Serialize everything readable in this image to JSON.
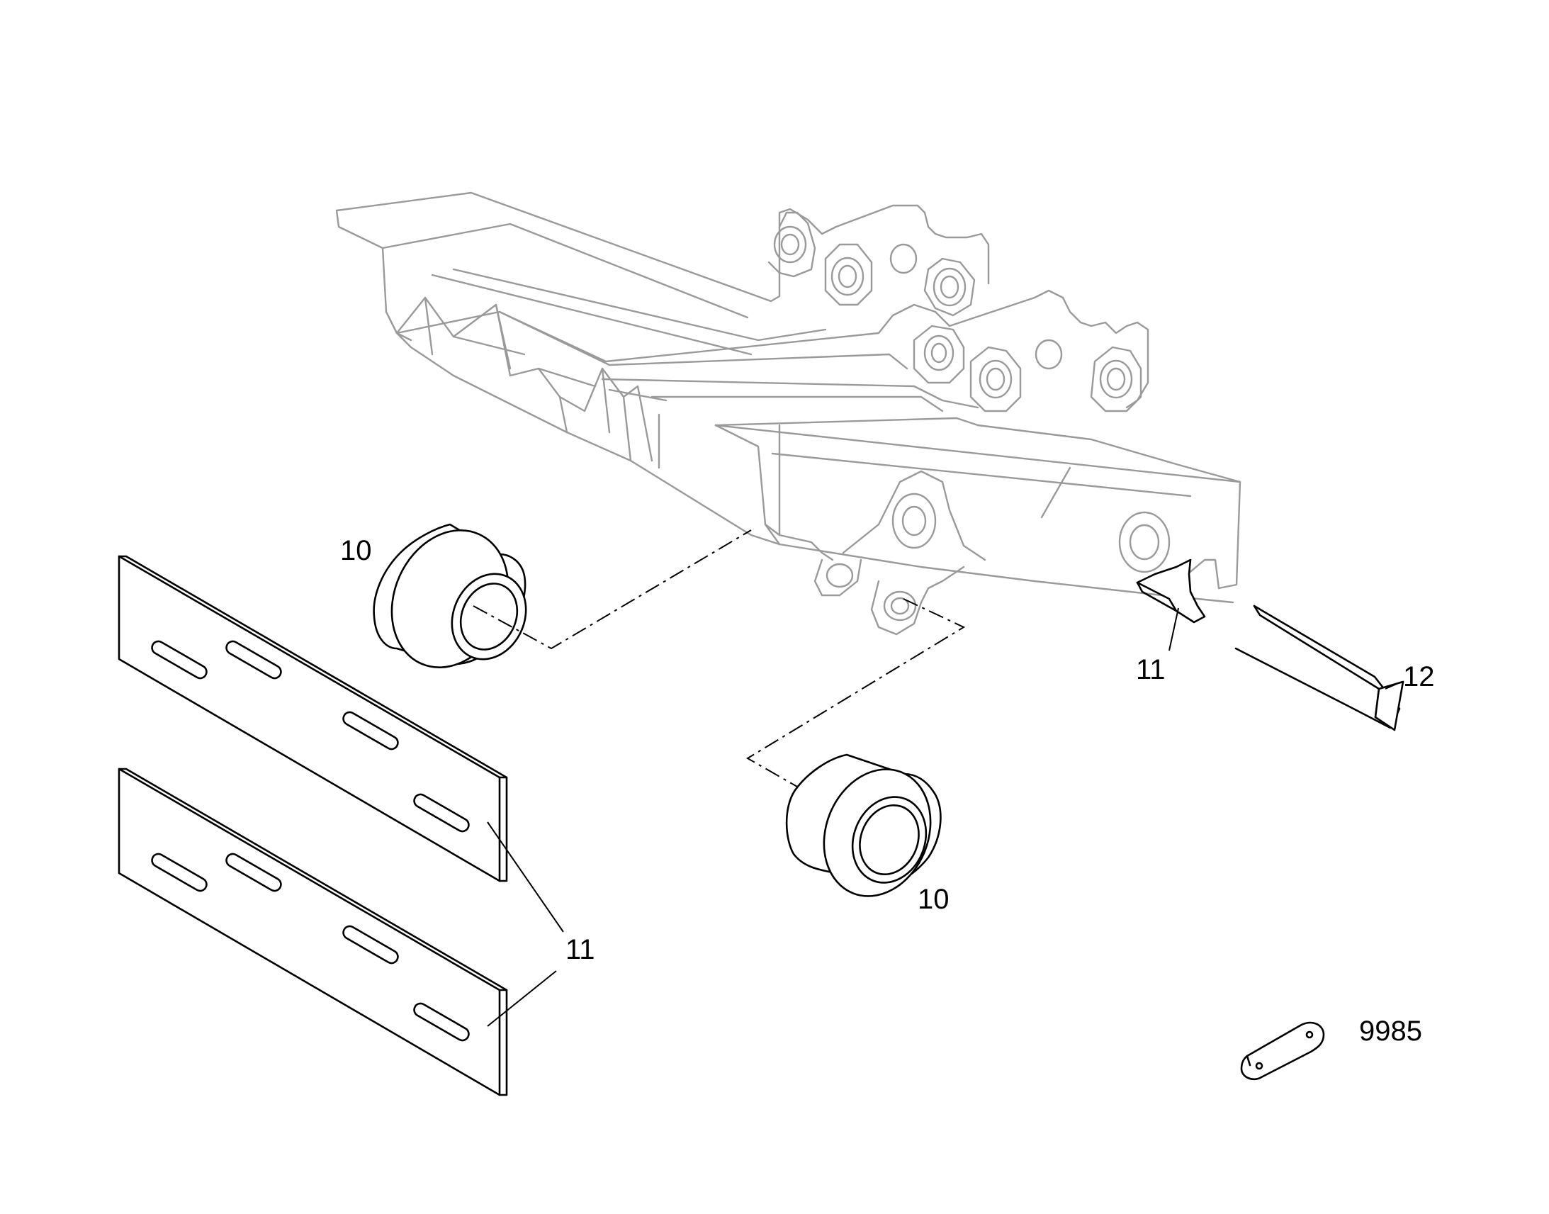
{
  "callouts": {
    "bushing_upper": "10",
    "bushing_lower": "10",
    "shim_frame": "11",
    "shim_plates": "11",
    "bar": "12",
    "plate_9985": "9985"
  },
  "colors": {
    "part_stroke": "#000000",
    "frame_stroke": "#9a9a9a",
    "background": "#ffffff"
  },
  "icons": {
    "frame": "boom-frame-ghost-illustration",
    "bushing": "cylindrical-bushing-illustration",
    "shim": "slotted-shim-plate-illustration",
    "bar": "rectangular-bar-illustration",
    "plate": "oval-identification-plate-illustration"
  }
}
